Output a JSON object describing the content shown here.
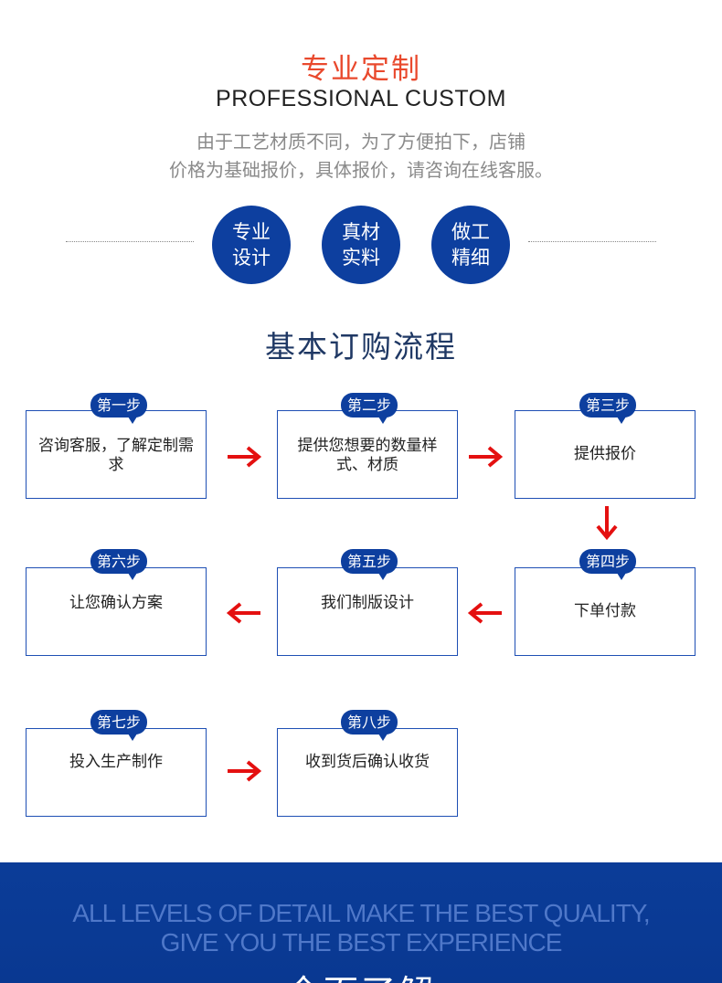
{
  "colors": {
    "accent_red": "#e9492d",
    "primary_blue": "#0d3f9f",
    "title_navy": "#1f3864",
    "arrow_red": "#e41010",
    "banner_blue": "#0b3c98"
  },
  "header": {
    "title_cn": "专业定制",
    "title_en": "PROFESSIONAL CUSTOM",
    "intro_lines": [
      "由于工艺材质不同，为了方便拍下，店铺",
      "价格为基础报价，具体报价，请咨询在线客服。"
    ]
  },
  "features": [
    {
      "line1": "专业",
      "line2": "设计"
    },
    {
      "line1": "真材",
      "line2": "实料"
    },
    {
      "line1": "做工",
      "line2": "精细"
    }
  ],
  "process": {
    "title": "基本订购流程",
    "steps": [
      {
        "tag": "第一步",
        "text": "咨询客服，了解定制需求"
      },
      {
        "tag": "第二步",
        "text": "提供您想要的数量样式、材质"
      },
      {
        "tag": "第三步",
        "text": "提供报价"
      },
      {
        "tag": "第四步",
        "text": "下单付款"
      },
      {
        "tag": "第五步",
        "text": "我们制版设计"
      },
      {
        "tag": "第六步",
        "text": "让您确认方案"
      },
      {
        "tag": "第七步",
        "text": "投入生产制作"
      },
      {
        "tag": "第八步",
        "text": "收到货后确认收货"
      }
    ],
    "arrow_icons": [
      "arrow-right-icon",
      "arrow-left-icon",
      "arrow-down-icon"
    ]
  },
  "banner": {
    "en_lines": [
      "ALL LEVELS OF DETAIL MAKE THE BEST QUALITY,",
      "GIVE YOU THE BEST EXPERIENCE"
    ],
    "cn_title": "全面了解"
  }
}
